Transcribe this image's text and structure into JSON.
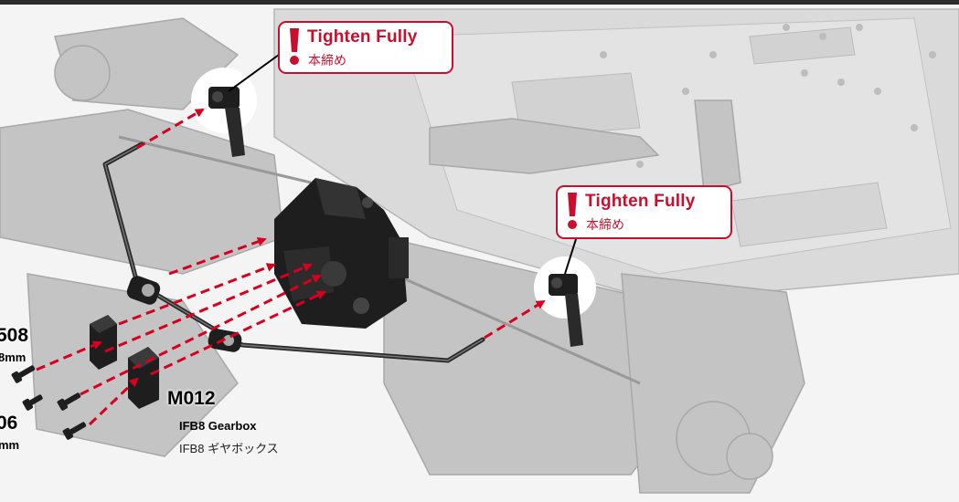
{
  "callouts": [
    {
      "title": "Tighten Fully",
      "subtitle": "本締め",
      "color": "#c8102e"
    },
    {
      "title": "Tighten Fully",
      "subtitle": "本締め",
      "color": "#c8102e"
    }
  ],
  "parts": {
    "left_top": {
      "code": "508",
      "size": "8mm"
    },
    "left_bottom": {
      "code": "06",
      "size": "mm"
    },
    "gearbox": {
      "code": "M012",
      "name": "IFB8 Gearbox",
      "name_jp": "IFB8 ギヤボックス"
    }
  },
  "colors": {
    "arrow": "#d7001e",
    "callout_border": "#c8102e",
    "part_dark": "#1e1e1e",
    "chassis": "#bdbdbd"
  }
}
